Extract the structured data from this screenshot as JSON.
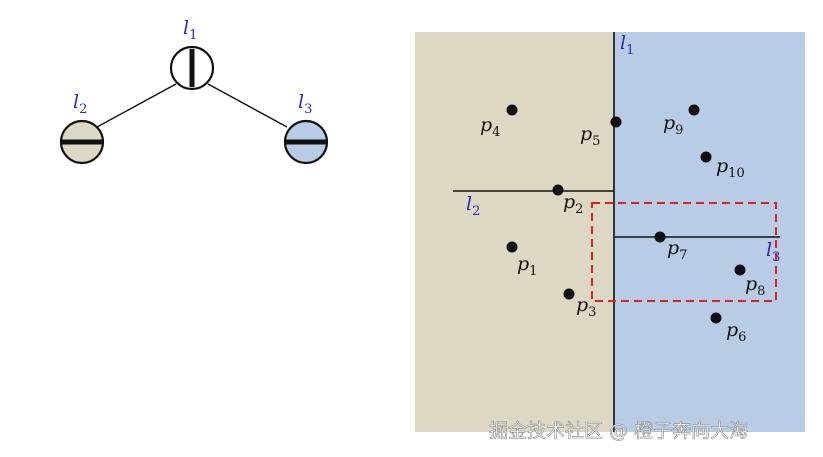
{
  "colors": {
    "left_region": "#dcd8c4",
    "right_region": "#b9cce6",
    "line": "#111111",
    "label": "#2b2bb5",
    "query_box": "#e02020"
  },
  "tree": {
    "root": {
      "label": "l",
      "sub": "1"
    },
    "left": {
      "label": "l",
      "sub": "2"
    },
    "right": {
      "label": "l",
      "sub": "3"
    }
  },
  "partition_lines": [
    {
      "label": "l",
      "sub": "1"
    },
    {
      "label": "l",
      "sub": "2"
    },
    {
      "label": "l",
      "sub": "3"
    }
  ],
  "points": [
    {
      "label": "p",
      "sub": "1"
    },
    {
      "label": "p",
      "sub": "2"
    },
    {
      "label": "p",
      "sub": "3"
    },
    {
      "label": "p",
      "sub": "4"
    },
    {
      "label": "p",
      "sub": "5"
    },
    {
      "label": "p",
      "sub": "6"
    },
    {
      "label": "p",
      "sub": "7"
    },
    {
      "label": "p",
      "sub": "8"
    },
    {
      "label": "p",
      "sub": "9"
    },
    {
      "label": "p",
      "sub": "10"
    }
  ],
  "watermark": "掘金技术社区 @ 橙子奔向大海"
}
